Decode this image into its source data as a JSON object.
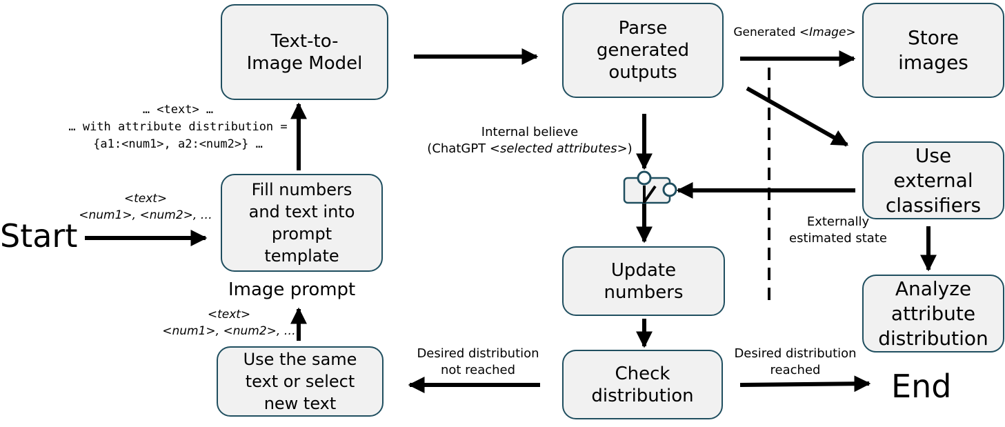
{
  "start_label": "Start",
  "end_label": "End",
  "nodes": {
    "text_to_image": [
      "Text-to-",
      "Image Model"
    ],
    "fill_template": [
      "Fill numbers",
      "and text into",
      "prompt",
      "template"
    ],
    "use_same_text": [
      "Use the same",
      "text or select",
      "new text"
    ],
    "parse_outputs": [
      "Parse",
      "generated",
      "outputs"
    ],
    "update_numbers": [
      "Update",
      "numbers"
    ],
    "check_distribution": [
      "Check",
      "distribution"
    ],
    "store_images": [
      "Store",
      "images"
    ],
    "external_classifiers": [
      "Use",
      "external",
      "classifiers"
    ],
    "analyze_distribution": [
      "Analyze",
      "attribute",
      "distribution"
    ]
  },
  "labels": {
    "image_prompt": "Image prompt",
    "prompt_example": [
      "… <text> …",
      "… with attribute distribution =",
      "{a1:<num1>, a2:<num2>} …"
    ],
    "start_inputs": [
      "<text>",
      "<num1>, <num2>, …"
    ],
    "loop_inputs": [
      "<text>",
      "<num1>, <num2>, …"
    ],
    "internal_belief": [
      "Internal believe",
      "(ChatGPT ",
      "<selected attributes>",
      ")"
    ],
    "generated_image": [
      "Generated ",
      "<Image>"
    ],
    "externally_estimated": [
      "Externally",
      "estimated state"
    ],
    "not_reached": [
      "Desired distribution",
      "not reached"
    ],
    "reached": [
      "Desired distribution",
      "reached"
    ]
  },
  "colors": {
    "box_fill": "#f1f1f1",
    "box_border": "#1f4e5f",
    "arrow": "#000000"
  }
}
